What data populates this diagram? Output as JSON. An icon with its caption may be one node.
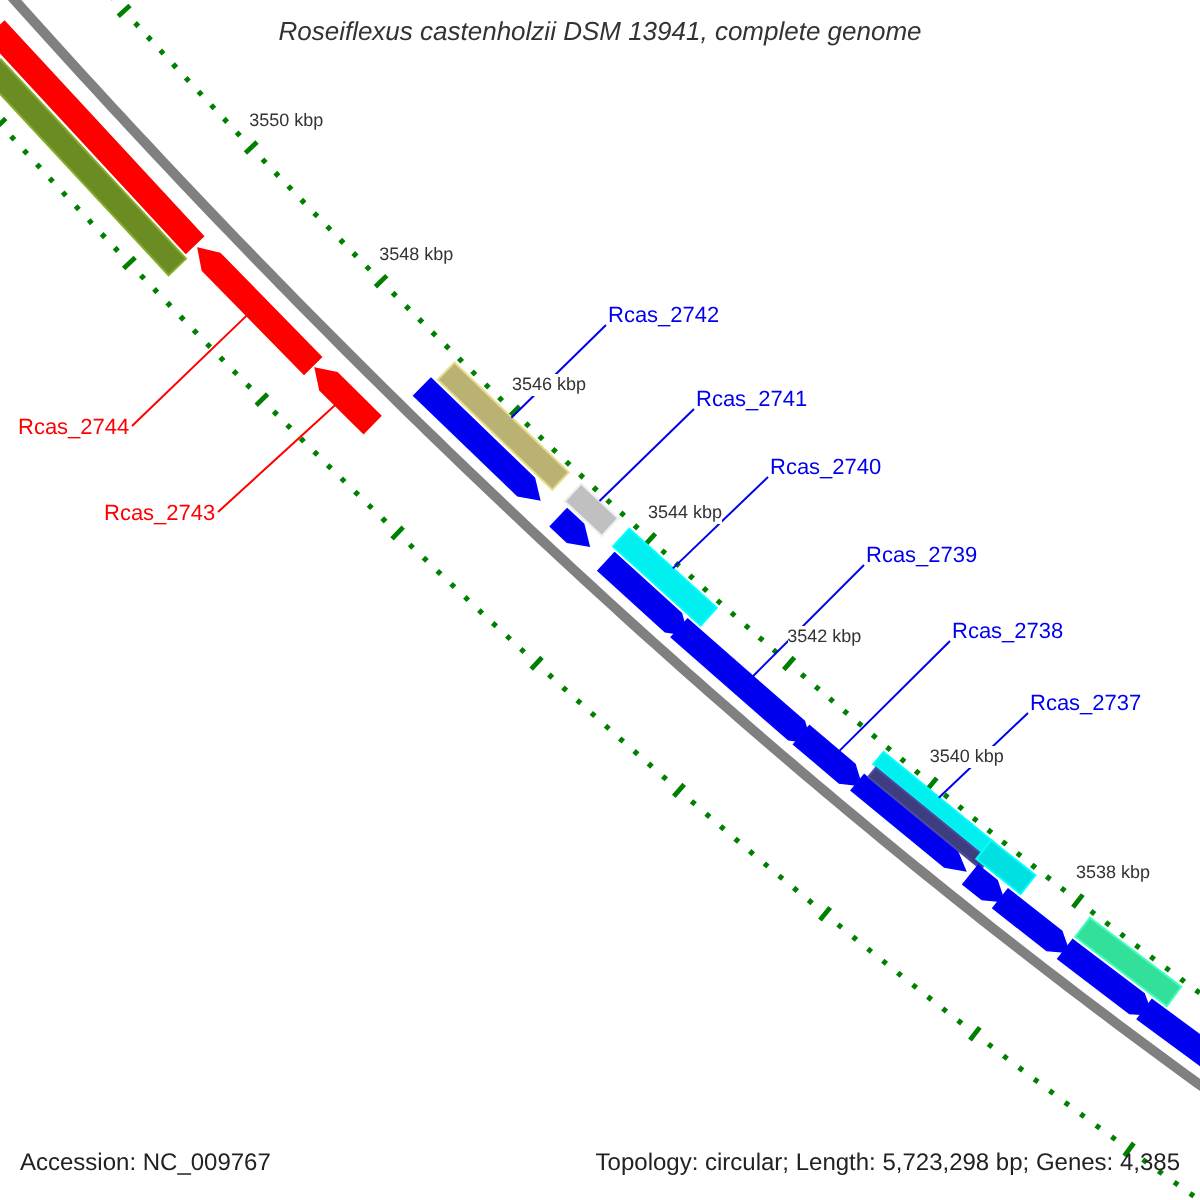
{
  "diagram": {
    "title": "Roseiflexus castenholzii DSM 13941, complete genome",
    "nodes": [
      {
        "text": [
          "Rcas_2742"
        ]
      },
      {
        "text": [
          "Rcas_2741"
        ]
      },
      {
        "text": [
          "Rcas_2744"
        ]
      },
      {
        "text": [
          "Rcas_2740"
        ]
      },
      {
        "text": [
          "Rcas_2743"
        ]
      },
      {
        "text": [
          "Rcas_2739"
        ]
      },
      {
        "text": [
          "Rcas_2738"
        ]
      },
      {
        "text": [
          "Rcas_2737"
        ]
      },
      {
        "text": [],
        "shape": "bar"
      },
      {
        "text": [],
        "shape": "bar"
      },
      {
        "text": [],
        "shape": "bar"
      },
      {
        "text": [],
        "shape": "bar"
      },
      {
        "text": [],
        "shape": "bar"
      },
      {
        "text": [],
        "shape": "bar"
      },
      {
        "text": [],
        "shape": "bar"
      },
      {
        "text": [],
        "shape": "bar"
      },
      {
        "text": [],
        "shape": "bar"
      },
      {
        "text": [],
        "shape": "bar"
      },
      {
        "text": [],
        "shape": "bar"
      },
      {
        "text": [],
        "shape": "bar"
      },
      {
        "text": [],
        "shape": "bar"
      },
      {
        "text": [],
        "shape": "bar"
      },
      {
        "text": [],
        "shape": "bar"
      },
      {
        "text": [],
        "shape": "bar"
      },
      {
        "text": [],
        "shape": "bar"
      },
      {
        "text": [],
        "shape": "bar"
      },
      {
        "text": [],
        "shape": "bar"
      },
      {
        "text": [],
        "shape": "bar"
      },
      {
        "text": [],
        "shape": "bar"
      }
    ],
    "edges": [
      {
        "from": 0,
        "to": 13,
        "arrow": "none"
      },
      {
        "from": 1,
        "to": 14,
        "arrow": "none"
      },
      {
        "from": 2,
        "to": 10,
        "arrow": "none",
        "color": "#ff0000"
      },
      {
        "from": 3,
        "to": 16,
        "arrow": "none"
      },
      {
        "from": 4,
        "to": 11,
        "arrow": "none",
        "color": "#ff0000"
      },
      {
        "from": 5,
        "to": 18,
        "arrow": "none"
      },
      {
        "from": 6,
        "to": 19,
        "arrow": "none"
      },
      {
        "from": 7,
        "to": 21,
        "arrow": "none"
      }
    ],
    "labels": [
      "3550 kbp",
      "3548 kbp",
      "3546 kbp",
      "3544 kbp",
      "3542 kbp",
      "3540 kbp",
      "3538 kbp",
      "Accession: NC_009767",
      "Topology: circular; Length: 5,723,298 bp; Genes: 4,385"
    ]
  }
}
